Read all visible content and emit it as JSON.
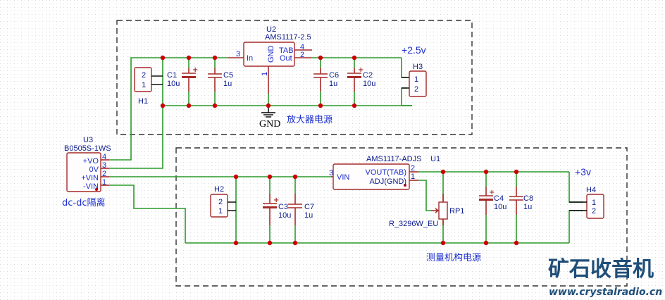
{
  "diagram": {
    "type": "circuit-schematic",
    "sections": {
      "amp_power": {
        "label": "放大器电源",
        "rail": "+2.5v"
      },
      "meas_power": {
        "label": "测量机构电源",
        "rail": "+3v"
      }
    },
    "u3": {
      "ref": "U3",
      "part": "B0505S-1WS",
      "pins": [
        {
          "name": "+VO",
          "num": "4"
        },
        {
          "name": "0V",
          "num": "3"
        },
        {
          "name": "+VIN",
          "num": "2"
        },
        {
          "name": "-VIN",
          "num": "1"
        }
      ],
      "caption": "dc-dc隔离"
    },
    "u2": {
      "ref": "U2",
      "part": "AMS1117-2.5",
      "pin_in": "In",
      "pin_in_num": "3",
      "pin_gnd": "GND",
      "pin_gnd_num": "1",
      "pin_tab": "TAB",
      "pin_tab_num": "4",
      "pin_out": "Out",
      "pin_out_num": "2"
    },
    "u1": {
      "ref": "U1",
      "part": "AMS1117-ADJS",
      "pin_vin": "VIN",
      "pin_vin_num": "3",
      "pin_vout": "VOUT(TAB)",
      "pin_vout_num": "2",
      "pin_adj": "ADJ(GND)",
      "pin_adj_num": "1"
    },
    "rp1": {
      "ref": "RP1",
      "part": "R_3296W_EU"
    },
    "caps": [
      {
        "ref": "C1",
        "value": "10u",
        "polar": true
      },
      {
        "ref": "C5",
        "value": "1u",
        "polar": false
      },
      {
        "ref": "C6",
        "value": "1u",
        "polar": false
      },
      {
        "ref": "C2",
        "value": "10u",
        "polar": true
      },
      {
        "ref": "C3",
        "value": "10u",
        "polar": true
      },
      {
        "ref": "C7",
        "value": "1u",
        "polar": false
      },
      {
        "ref": "C4",
        "value": "10u",
        "polar": true
      },
      {
        "ref": "C8",
        "value": "1u",
        "polar": false
      }
    ],
    "headers": [
      {
        "ref": "H1",
        "pin_a": "2",
        "pin_b": "1"
      },
      {
        "ref": "H2",
        "pin_a": "2",
        "pin_b": "1"
      },
      {
        "ref": "H3",
        "pin_a": "1",
        "pin_b": "2"
      },
      {
        "ref": "H4",
        "pin_a": "1",
        "pin_b": "2"
      }
    ],
    "gnd_symbol": "GND"
  },
  "watermark": {
    "title": "矿石收音机",
    "url": "www.crystalradio.cn"
  }
}
